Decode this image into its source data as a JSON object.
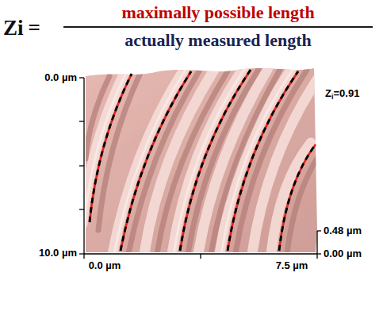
{
  "diagram": {
    "labels": [
      "Zi",
      "=",
      "maximally possible length",
      "actually measured length",
      "0.0 µm",
      "10.0 µm",
      "0.0 µm",
      "7.5 µm",
      "Z",
      "i",
      "=0.91",
      "0.48 µm",
      "0.00 µm"
    ]
  }
}
